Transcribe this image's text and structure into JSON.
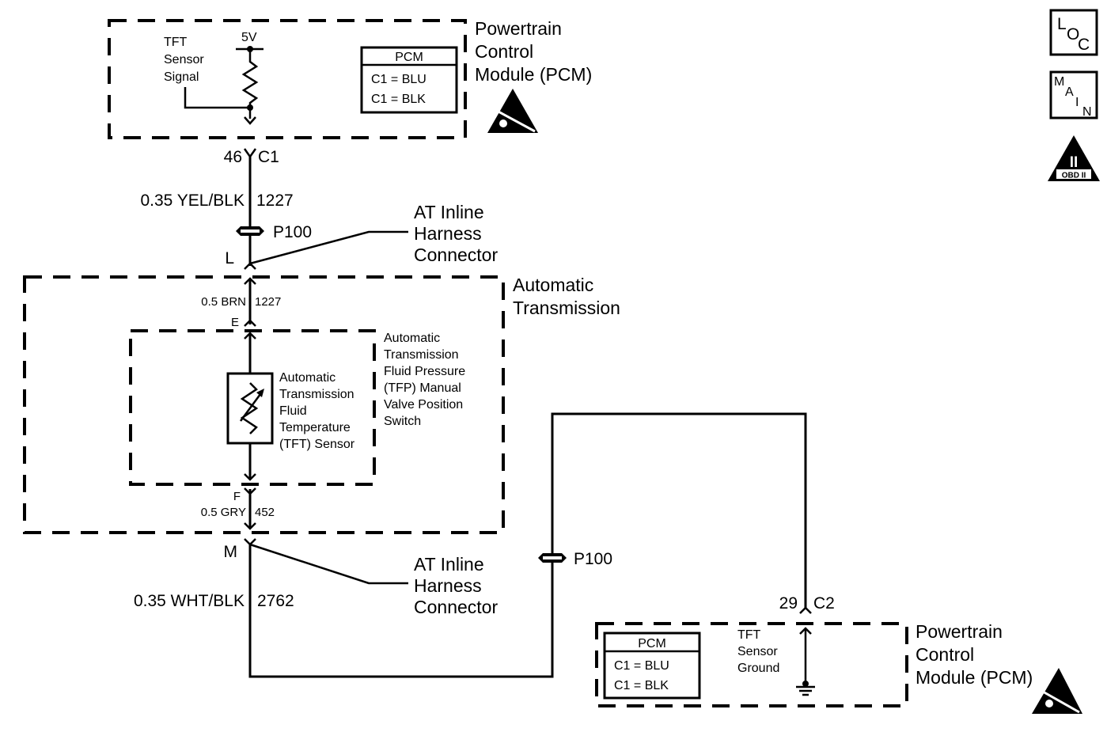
{
  "diagram": {
    "title": "Transmission Fluid Temperature (TFT) Sensor Circuit",
    "colors": {
      "ink": "#000000",
      "background": "#ffffff"
    }
  },
  "pcm_top": {
    "label_lines": [
      "Powertrain",
      "Control",
      "Module (PCM)"
    ],
    "signal_label_lines": [
      "TFT",
      "Sensor",
      "Signal"
    ],
    "voltage": "5V",
    "legend": {
      "header": "PCM",
      "rows": [
        "C1 = BLU",
        "C1 = BLK"
      ]
    },
    "connector": {
      "pin": "46",
      "name": "C1"
    },
    "esd_icon": "esd-sensitive-icon"
  },
  "wire_top": {
    "gauge_color": "0.35 YEL/BLK",
    "circuit": "1227"
  },
  "splice_top": {
    "name": "P100"
  },
  "inline_top": {
    "pin": "L",
    "label_lines": [
      "AT Inline",
      "Harness",
      "Connector"
    ]
  },
  "transmission": {
    "label_lines": [
      "Automatic",
      "Transmission"
    ],
    "wire_upper": {
      "gauge_color": "0.5 BRN",
      "circuit": "1227",
      "pin": "E"
    },
    "wire_lower": {
      "gauge_color": "0.5 GRY",
      "circuit": "452",
      "pin": "F"
    },
    "switch_label_lines": [
      "Automatic",
      "Transmission",
      "Fluid Pressure",
      "(TFP) Manual",
      "Valve Position",
      "Switch"
    ],
    "sensor_label_lines": [
      "Automatic",
      "Transmission",
      "Fluid",
      "Temperature",
      "(TFT) Sensor"
    ]
  },
  "inline_bottom": {
    "pin": "M",
    "label_lines": [
      "AT Inline",
      "Harness",
      "Connector"
    ]
  },
  "wire_bottom": {
    "gauge_color": "0.35 WHT/BLK",
    "circuit": "2762"
  },
  "splice_bottom": {
    "name": "P100"
  },
  "pcm_bottom": {
    "label_lines": [
      "Powertrain",
      "Control",
      "Module (PCM)"
    ],
    "ground_label_lines": [
      "TFT",
      "Sensor",
      "Ground"
    ],
    "legend": {
      "header": "PCM",
      "rows": [
        "C1 = BLU",
        "C1 = BLK"
      ]
    },
    "connector": {
      "pin": "29",
      "name": "C2"
    },
    "esd_icon": "esd-sensitive-icon"
  },
  "side_icons": {
    "loc": {
      "letters": [
        "L",
        "O",
        "C"
      ],
      "icon": "location-icon"
    },
    "main": {
      "letters": [
        "M",
        "A",
        "I",
        "N"
      ],
      "icon": "main-icon"
    },
    "obd": {
      "numeral": "II",
      "caption": "OBD II",
      "icon": "obd-ii-icon"
    }
  }
}
